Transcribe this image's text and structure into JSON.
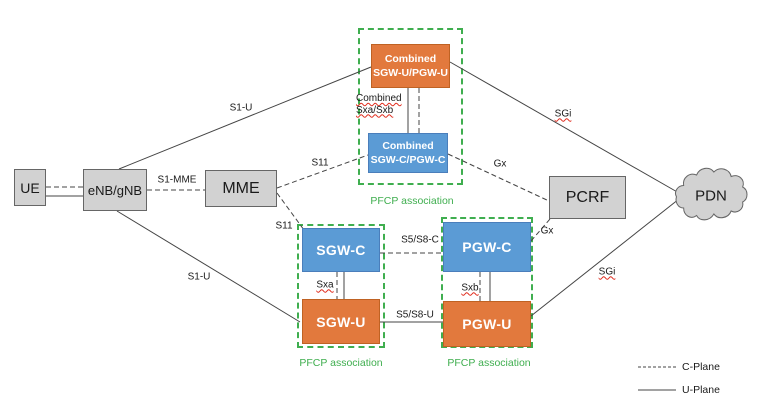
{
  "diagram": {
    "title_hint": "EPC control/user plane split with PFCP associations",
    "nodes": {
      "ue": {
        "label": "UE"
      },
      "enb": {
        "label": "eNB/gNB"
      },
      "mme": {
        "label": "MME"
      },
      "pcrf": {
        "label": "PCRF"
      },
      "pdn": {
        "label": "PDN"
      },
      "comb_u": {
        "label": "Combined\nSGW-U/PGW-U"
      },
      "comb_c": {
        "label": "Combined\nSGW-C/PGW-C"
      },
      "sgw_c": {
        "label": "SGW-C"
      },
      "sgw_u": {
        "label": "SGW-U"
      },
      "pgw_c": {
        "label": "PGW-C"
      },
      "pgw_u": {
        "label": "PGW-U"
      }
    },
    "edge_labels": {
      "s1u_top": "S1-U",
      "s1u_bottom": "S1-U",
      "s1mme": "S1-MME",
      "s11_top": "S11",
      "s11_bottom": "S11",
      "gx_top": "Gx",
      "gx_bottom": "Gx",
      "sgi_top": "SGi",
      "sgi_bottom": "SGi",
      "s5s8_c": "S5/S8-C",
      "s5s8_u": "S5/S8-U",
      "combined_sx": "Combined\nSxa/Sxb",
      "sxa": "Sxa",
      "sxb": "Sxb"
    },
    "groups": {
      "pfcp_top": "PFCP association",
      "pfcp_sgw": "PFCP association",
      "pfcp_pgw": "PFCP association"
    },
    "legend": {
      "c_plane": "C-Plane",
      "u_plane": "U-Plane"
    },
    "colors": {
      "node_orange": "#e2793d",
      "node_blue": "#5b9bd5",
      "node_gray": "#d2d2d2",
      "group_green": "#3fae4f",
      "wire": "#444444",
      "spellcheck_red": "#e02a1b"
    }
  }
}
